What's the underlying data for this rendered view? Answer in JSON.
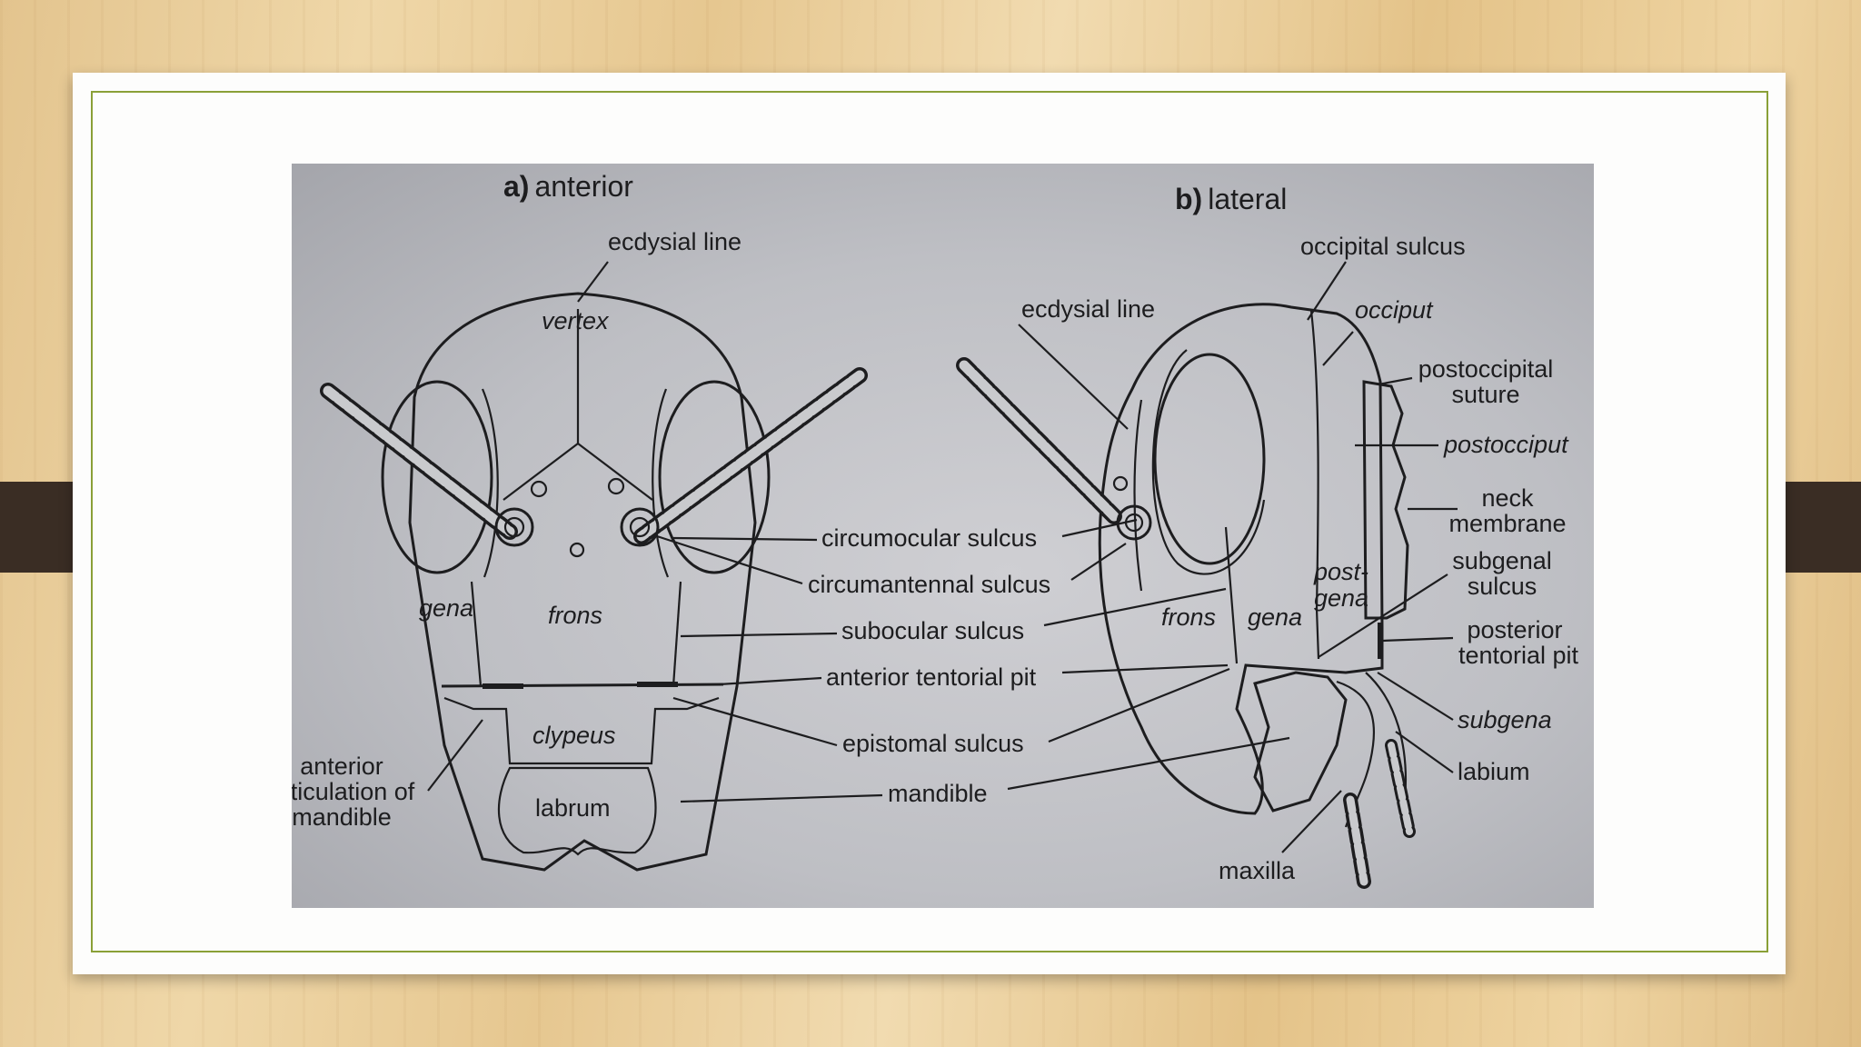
{
  "panels": {
    "anterior": {
      "letter": "a)",
      "title": "anterior"
    },
    "lateral": {
      "letter": "b)",
      "title": "lateral"
    }
  },
  "labels": {
    "ecdysial_line_a": "ecdysial line",
    "vertex": "vertex",
    "gena_a": "gena",
    "frons_a": "frons",
    "clypeus": "clypeus",
    "labrum": "labrum",
    "anterior_articulation_1": "anterior",
    "anterior_articulation_2": "articulation of",
    "anterior_articulation_3": "mandible",
    "circumocular_sulcus": "circumocular sulcus",
    "circumantennal_sulcus": "circumantennal sulcus",
    "subocular_sulcus": "subocular sulcus",
    "anterior_tentorial_pit": "anterior tentorial pit",
    "epistomal_sulcus": "epistomal sulcus",
    "mandible": "mandible",
    "ecdysial_line_b": "ecdysial line",
    "occipital_sulcus": "occipital sulcus",
    "occiput": "occiput",
    "postoccipital_suture_1": "postoccipital",
    "postoccipital_suture_2": "suture",
    "postocciput": "postocciput",
    "neck_membrane_1": "neck",
    "neck_membrane_2": "membrane",
    "subgenal_sulcus_1": "subgenal",
    "subgenal_sulcus_2": "sulcus",
    "postgena_1": "post-",
    "postgena_2": "gena",
    "frons_b": "frons",
    "gena_b": "gena",
    "posterior_tentorial_pit_1": "posterior",
    "posterior_tentorial_pit_2": "tentorial pit",
    "subgena": "subgena",
    "labium": "labium",
    "maxilla": "maxilla"
  }
}
